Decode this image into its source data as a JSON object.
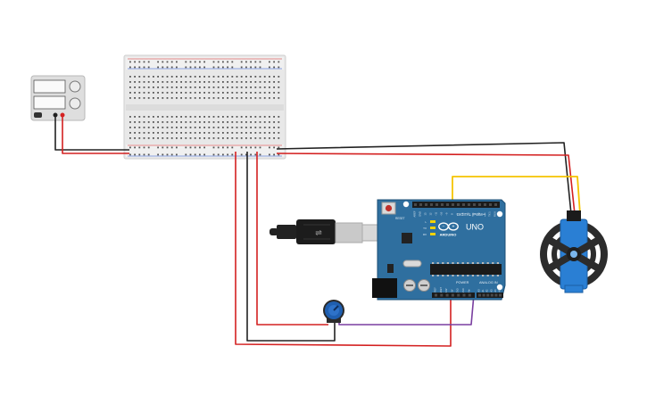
{
  "canvas": {
    "background": "#ffffff"
  },
  "colors": {
    "wire_red": "#d42121",
    "wire_black": "#222222",
    "wire_orange": "#f07a1a",
    "wire_yellow": "#f5c400",
    "wire_purple": "#7a3fa0",
    "board_blue": "#2f6f9f",
    "board_dark": "#1d4f75",
    "breadboard": "#e9e9e9",
    "power_supply": "#dcdcdc",
    "servo_blue": "#2a7fd4",
    "pot_blue": "#1f5fb0"
  },
  "arduino": {
    "brand": "ARDUINO",
    "model": "UNO",
    "digital_header": "DIGITAL (PWM~)",
    "power_header": "POWER",
    "analog_header": "ANALOG IN",
    "reset_label": "RESET",
    "digital_pins": [
      "AREF",
      "GND",
      "13",
      "12",
      "~11",
      "~10",
      "~9",
      "8",
      "7",
      "~6",
      "~5",
      "4",
      "~3",
      "2",
      "TX 1",
      "RX 0"
    ],
    "power_pins": [
      "IOREF",
      "RESET",
      "3.3V",
      "5V",
      "GND",
      "GND",
      "Vin"
    ],
    "analog_pins": [
      "A0",
      "A1",
      "A2",
      "A3",
      "A4",
      "A5"
    ],
    "led_labels": [
      "L",
      "TX",
      "RX"
    ]
  },
  "components": {
    "power_supply": {
      "icon": "dc-power-supply-icon"
    },
    "breadboard": {
      "icon": "breadboard-icon"
    },
    "usb_cable": {
      "icon": "usb-b-cable-icon"
    },
    "potentiometer": {
      "icon": "potentiometer-icon"
    },
    "servo": {
      "icon": "servo-motor-icon"
    }
  }
}
